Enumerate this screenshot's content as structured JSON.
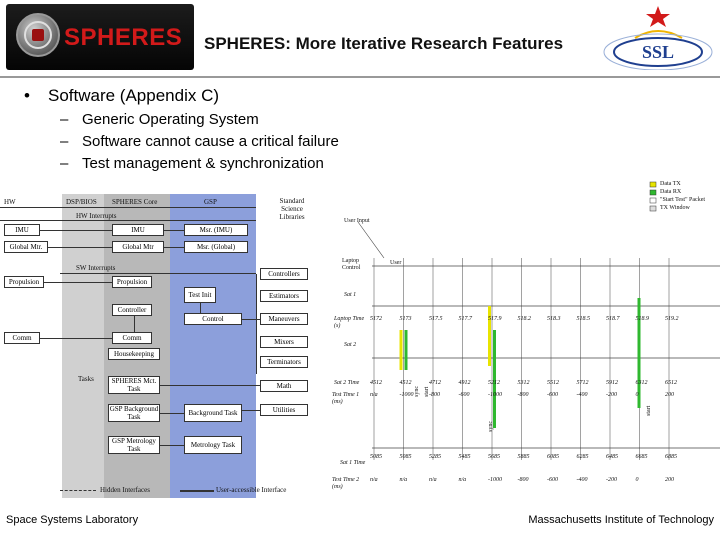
{
  "header": {
    "logo_text": "SPHERES",
    "title": "SPHERES: More Iterative Research Features",
    "ssl_logo_text": "SSL"
  },
  "content": {
    "bullet_symbol": "•",
    "main_bullet": "Software (Appendix C)",
    "sub_dash": "–",
    "sub_bullets": [
      "Generic Operating System",
      "Software cannot cause a critical failure",
      "Test management & synchronization"
    ]
  },
  "architecture": {
    "column_headers": [
      "HW",
      "DSP/BIOS",
      "SPHERES Core",
      "GSP",
      "Standard Science Libraries"
    ],
    "hw_interrupts": "HW Interrupts",
    "sw_interrupts": "SW Interrupts",
    "imu_hw": "IMU",
    "imu_core": "IMU",
    "msr_imu": "Msr. (IMU)",
    "global_mtr_hw": "Global Mtr.",
    "global_mtr_core": "Global Mtr",
    "msr_global": "Msr. (Global)",
    "controllers": "Controllers",
    "propulsion_bios": "Propulsion",
    "propulsion_core": "Propulsion",
    "test_init": "Test Init",
    "estimators": "Estimators",
    "controller": "Controller",
    "control": "Control",
    "maneuvers": "Maneuvers",
    "comm_bios": "Comm",
    "comm_core": "Comm",
    "mixers": "Mixers",
    "housekeeping": "Housekeeping",
    "terminators": "Terminators",
    "tasks": "Tasks",
    "spheres_mct_task": "SPHERES Mct. Task",
    "math": "Math",
    "gsp_background_task": "GSP Background Task",
    "background_task": "Background Task",
    "utilities": "Utilities",
    "gsp_metrology_task": "GSP Metrology Task",
    "metrology_task": "Metrology Task",
    "legend_hidden": "Hidden Interfaces",
    "legend_user": "User-accessible Interface"
  },
  "timing": {
    "legend": [
      "Data TX",
      "Data RX",
      "\"Start Test\" Packet",
      "TX Window"
    ],
    "user_input": "User Input",
    "laptop_control": "Laptop Control",
    "user_label": "User",
    "sat1": "Sat 1",
    "laptop_time_label": "Laptop Time (s)",
    "laptop_times": [
      "5172",
      "5173",
      "517.5",
      "517.7",
      "517.9",
      "518.2",
      "518.3",
      "518.5",
      "518.7",
      "518.9",
      "519.2"
    ],
    "sat2": "Sat 2",
    "sat2_time_label": "Sat 2 Time",
    "sat2_times": [
      "4512",
      "4512",
      "4712",
      "4912",
      "5212",
      "5312",
      "5512",
      "5712",
      "5912",
      "6312",
      "6512"
    ],
    "test_time_1_label": "Test Time 1 (ms)",
    "test_time_1": [
      "n/a",
      "-1000",
      "-800",
      "-600",
      "-1000",
      "-800",
      "-600",
      "-400",
      "-200",
      "0",
      "200"
    ],
    "sync_label": "sync",
    "start_label": "start",
    "sat1_time_label": "Sat 1 Time",
    "sat1_times": [
      "5085",
      "5085",
      "5285",
      "5485",
      "5685",
      "5885",
      "6085",
      "6285",
      "6485",
      "6685",
      "6885"
    ],
    "test_time_2_label": "Test Time 2 (ms)",
    "test_time_2": [
      "n/a",
      "n/a",
      "n/a",
      "n/a",
      "-1000",
      "-800",
      "-600",
      "-400",
      "-200",
      "0",
      "200"
    ],
    "colors": {
      "green": "#2fb82f",
      "yellow": "#e8e400",
      "grid": "#444444"
    }
  },
  "footer": {
    "left": "Space Systems Laboratory",
    "right": "Massachusetts Institute of Technology"
  }
}
